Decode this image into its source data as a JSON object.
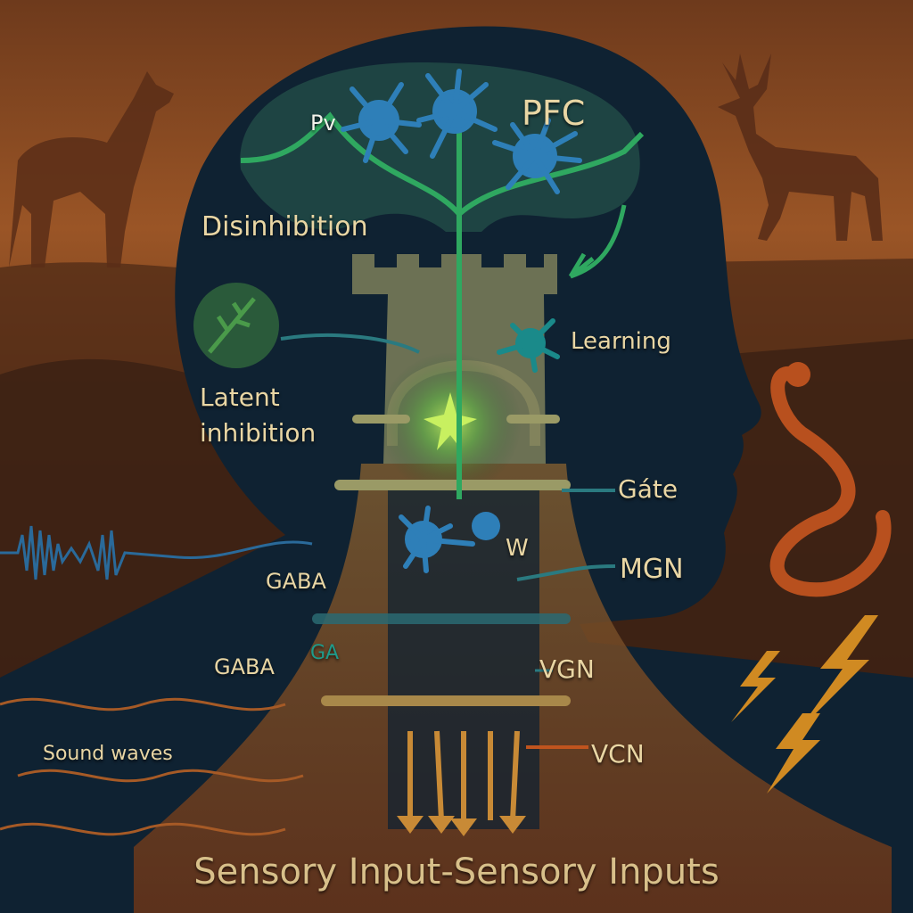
{
  "labels": {
    "pfc": "PFC",
    "pv": "Pv",
    "disinhibition": "Disinhibition",
    "learning": "Learning",
    "latent_line1": "Latent",
    "latent_line2": "inhibition",
    "gate": "Gáte",
    "w": "W",
    "mgn": "MGN",
    "gaba_1": "GABA",
    "gaba_2": "GABA",
    "ga": "GA",
    "vgn": "VGN",
    "vcn": "VCN",
    "sound_waves": "Sound waves"
  },
  "title": "Sensory Input-Sensory Inputs",
  "colors": {
    "background_top": "#8a4a22",
    "background_bottom": "#3a1e12",
    "head": "#0f2232",
    "brain": "#1e4443",
    "neuron": "#2e7fb8",
    "pathway": "#2fa860",
    "tower": "#8c8c60",
    "label": "#e9d6a4",
    "snake": "#b8501e",
    "lightning": "#d08a22"
  }
}
